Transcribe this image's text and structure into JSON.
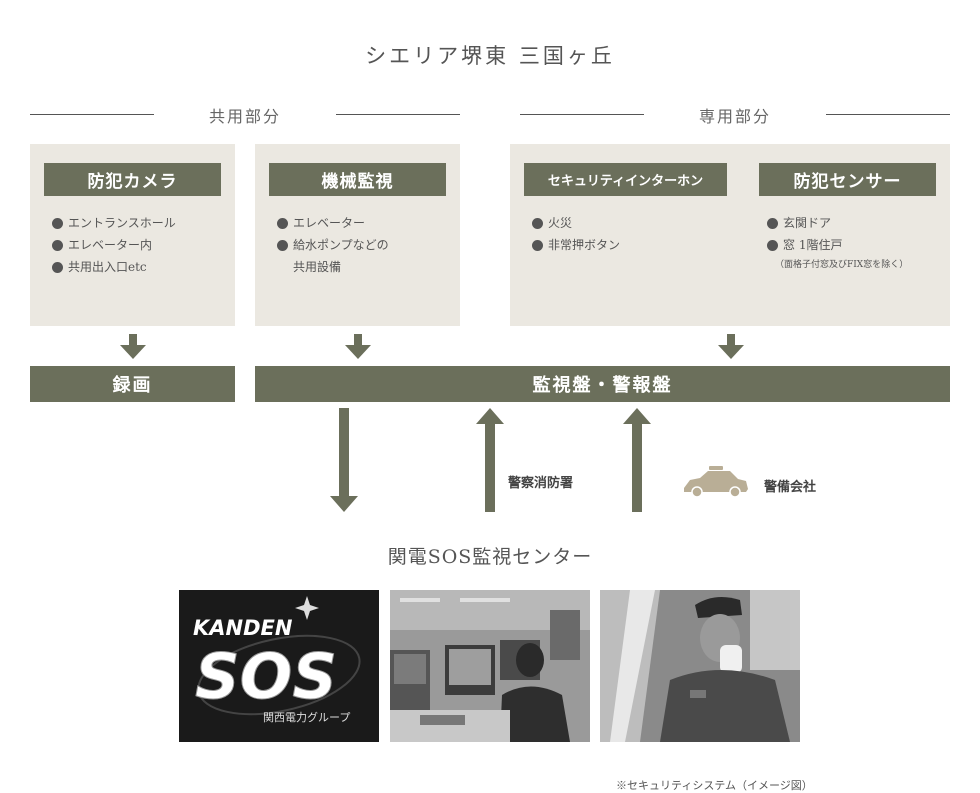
{
  "title": "シエリア堺東 三国ヶ丘",
  "sections": {
    "shared": "共用部分",
    "private": "専用部分"
  },
  "panels": {
    "camera": {
      "label": "防犯カメラ",
      "items": [
        "エントランスホール",
        "エレベーター内",
        "共用出入口etc"
      ]
    },
    "monitoring": {
      "label": "機械監視",
      "items": [
        "エレベーター",
        "給水ポンプなどの"
      ],
      "item_continuation": "共用設備"
    },
    "intercom": {
      "label": "セキュリティインターホン",
      "items": [
        "火災",
        "非常押ボタン"
      ]
    },
    "sensor": {
      "label": "防犯センサー",
      "items": [
        "玄関ドア",
        "窓 1階住戸"
      ],
      "note": "（面格子付窓及びFIX窓を除く）"
    }
  },
  "bars": {
    "recording": "録画",
    "panel": "監視盤・警報盤"
  },
  "labels": {
    "police_fire": "警察消防署",
    "security_company": "警備会社"
  },
  "center": "関電SOS監視センター",
  "logo": {
    "brand": "KANDEN",
    "sos": "SOS",
    "group": "関西電力グループ"
  },
  "footnote": "※セキュリティシステム（イメージ図）",
  "colors": {
    "accent": "#6b6f5b",
    "panel_bg": "#ebe8e1",
    "text": "#555555"
  }
}
